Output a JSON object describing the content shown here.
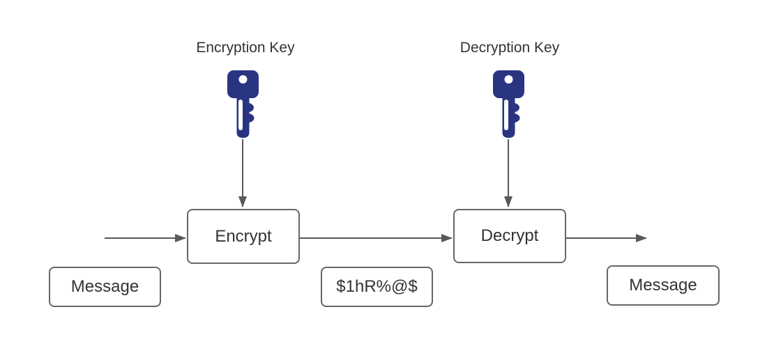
{
  "diagram": {
    "key_labels": {
      "encryption": "Encryption Key",
      "decryption": "Decryption Key"
    },
    "nodes": {
      "encrypt": "Encrypt",
      "decrypt": "Decrypt",
      "message_in": "Message",
      "ciphertext": "$1hR%@$",
      "message_out": "Message"
    },
    "icons": {
      "encryption_key": "key-icon",
      "decryption_key": "key-icon"
    },
    "colors": {
      "background": "#ffffff",
      "key_fill": "#2a3582",
      "box_border": "#666666",
      "arrow": "#595959",
      "text": "#333333"
    }
  }
}
